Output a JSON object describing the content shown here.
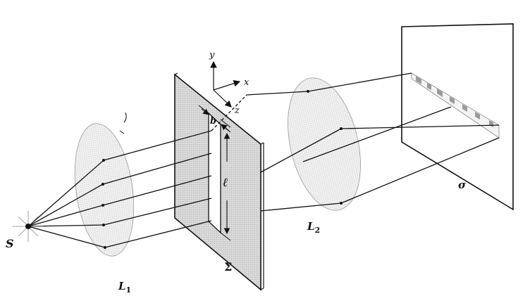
{
  "labels": {
    "source": "S",
    "lens1_letter": "L",
    "lens1_sub": "1",
    "lens2_letter": "L",
    "lens2_sub": "2",
    "aperture_screen": "Σ",
    "observation_screen": "σ",
    "slit_width": "b",
    "slit_length": "ℓ",
    "axis_x": "x",
    "axis_y": "y",
    "axis_z": "z"
  },
  "colors": {
    "line": "#111111",
    "lens_fill": "#e6e6e6",
    "screen_fill": "#cfcfcf",
    "background": "#ffffff",
    "fringe_dark": "#9a9a9a"
  },
  "icons": [
    "source-star-icon"
  ]
}
